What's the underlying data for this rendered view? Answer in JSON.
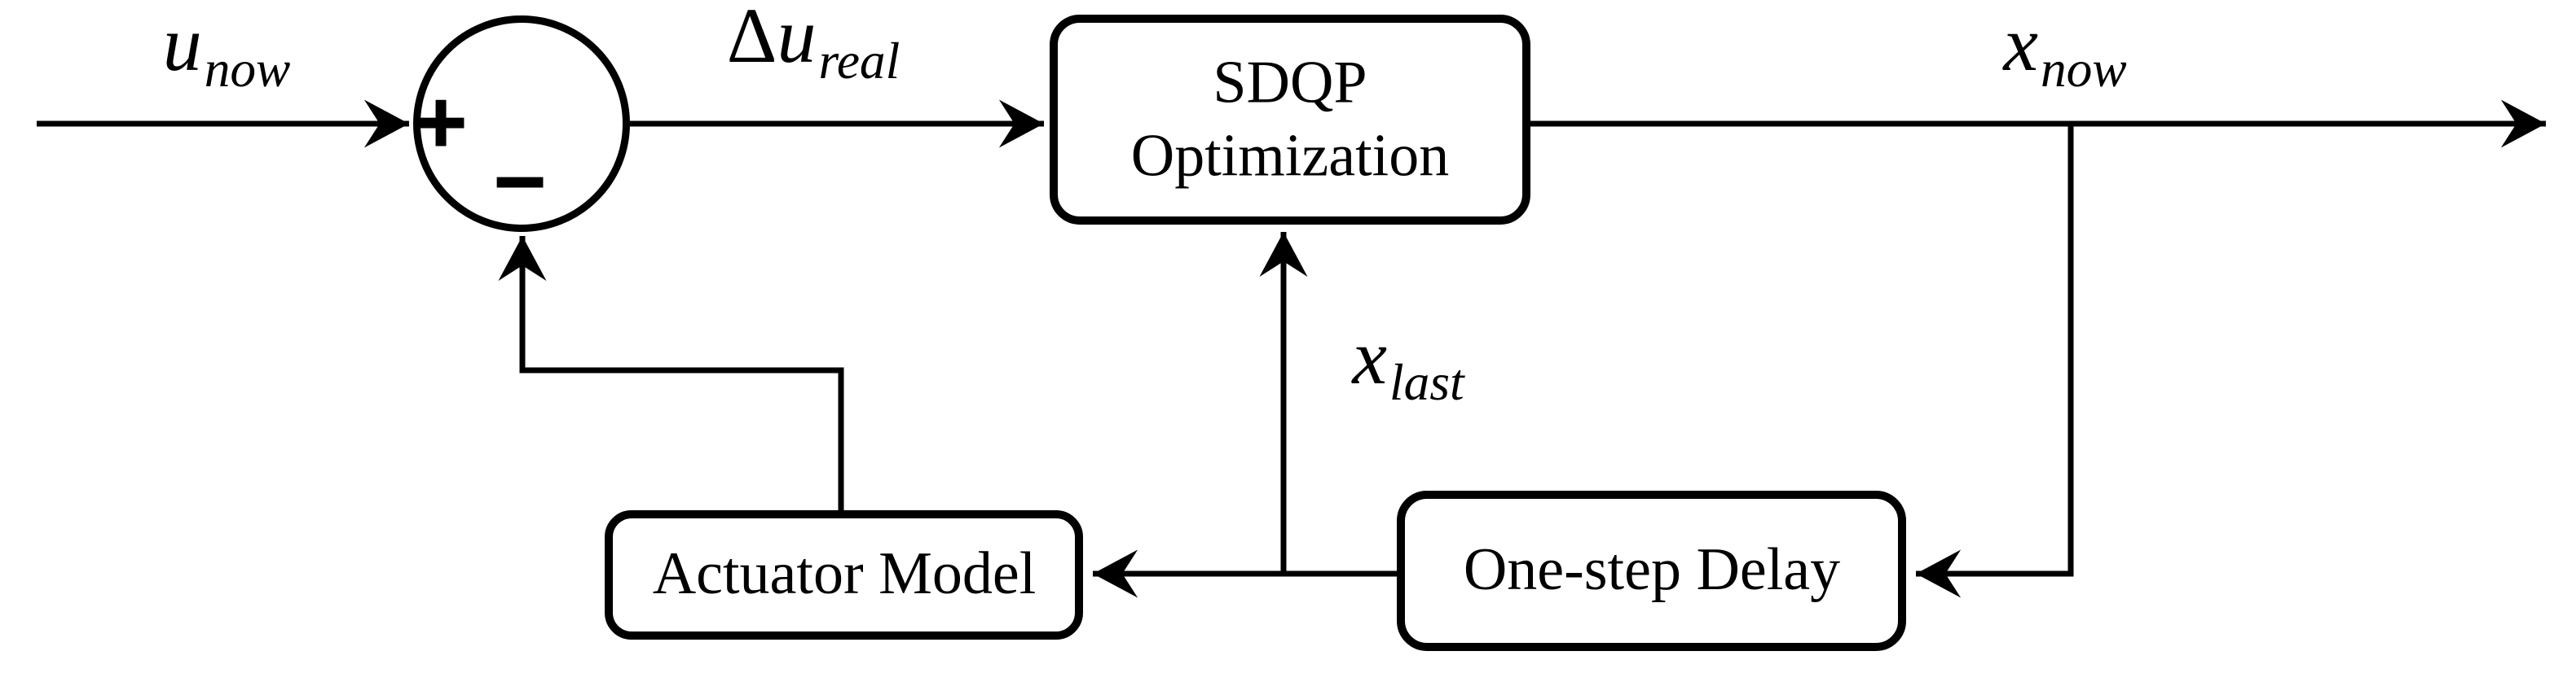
{
  "colors": {
    "ink": "#000000",
    "background": "#ffffff"
  },
  "diagram": {
    "signals": {
      "u_now": {
        "delta": "",
        "base": "u",
        "sub": "now"
      },
      "delta_u_real": {
        "delta": "Δ",
        "base": "u",
        "sub": "real"
      },
      "x_now": {
        "delta": "",
        "base": "x",
        "sub": "now"
      },
      "x_last": {
        "delta": "",
        "base": "x",
        "sub": "last"
      }
    },
    "summing_junction": {
      "plus": "+",
      "minus": "−"
    },
    "blocks": {
      "sdqp": {
        "line1": "SDQP",
        "line2": "Optimization"
      },
      "actuator": {
        "label": "Actuator Model"
      },
      "one_step_delay": {
        "label": "One-step Delay"
      }
    }
  }
}
